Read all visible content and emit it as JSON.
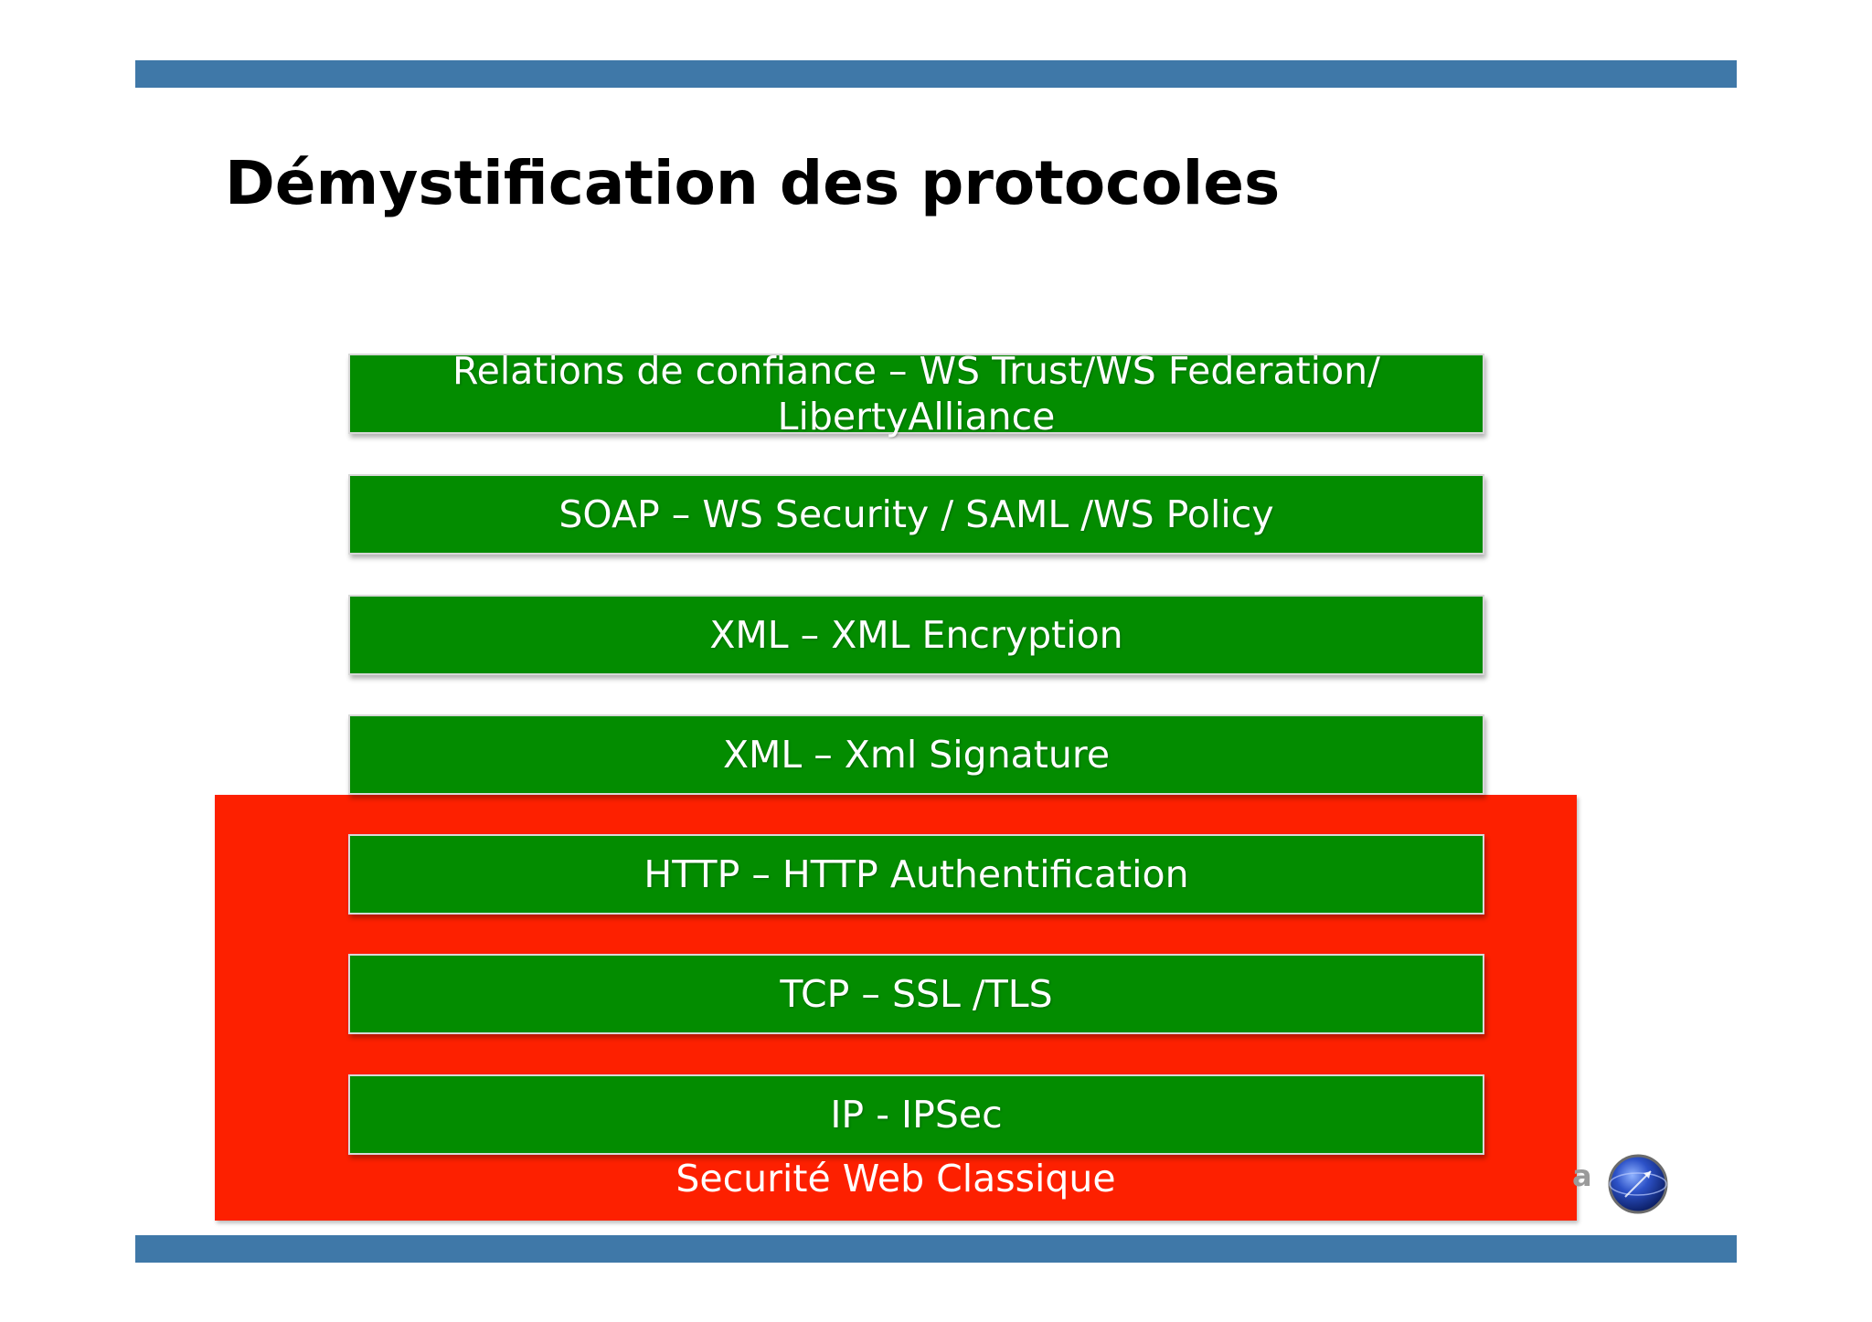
{
  "slide": {
    "title": "Démystification des protocoles",
    "colors": {
      "header_bar": "#3f78a8",
      "layer_fill": "#038c00",
      "classic_zone_fill": "#fd2000",
      "text_on_fill": "#ffffff"
    }
  },
  "layers": [
    "Relations de confiance – WS Trust/WS Federation/ LibertyAlliance",
    "SOAP – WS Security / SAML /WS Policy",
    "XML – XML Encryption",
    "XML – Xml Signature",
    "HTTP – HTTP Authentification",
    "TCP – SSL /TLS",
    "IP - IPSec"
  ],
  "classic_zone": {
    "label": "Securité Web Classique"
  },
  "logo": {
    "partial_text": "a",
    "icon": "globe-icon"
  }
}
